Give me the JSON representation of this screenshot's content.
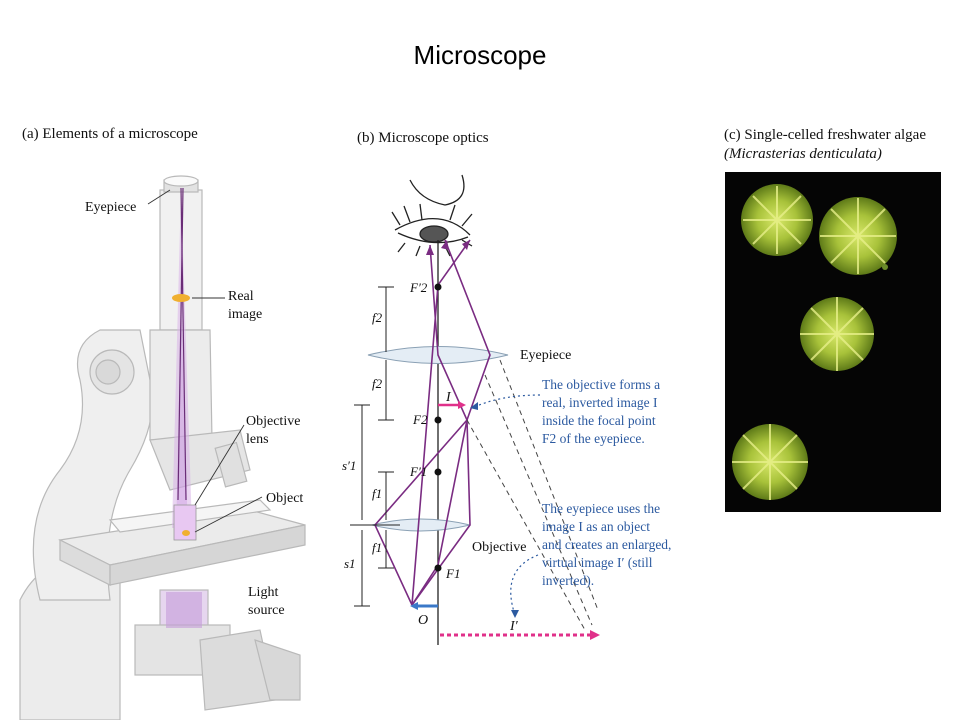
{
  "slide": {
    "title": "Microscope"
  },
  "panel_a": {
    "title": "(a) Elements of a microscope",
    "labels": {
      "eyepiece": "Eyepiece",
      "real_image_1": "Real",
      "real_image_2": "image",
      "objective_lens_1": "Objective",
      "objective_lens_2": "lens",
      "object": "Object",
      "light_source_1": "Light",
      "light_source_2": "source"
    }
  },
  "panel_b": {
    "title": "(b) Microscope optics",
    "labels": {
      "eyepiece": "Eyepiece",
      "objective": "Objective",
      "I": "I",
      "I_prime": "I′",
      "O": "O",
      "F2_prime": "F′2",
      "F2": "F2",
      "F1_prime": "F′1",
      "F1": "F1",
      "f2_top": "f2",
      "f2_bottom": "f2",
      "f1_top": "f1",
      "f1_bottom": "f1",
      "s1_prime": "s′1",
      "s1": "s1"
    },
    "notes": {
      "objective_note": [
        "The objective forms a",
        "real, inverted image I",
        "inside the focal point",
        "F2 of the eyepiece."
      ],
      "eyepiece_note": [
        "The eyepiece uses the",
        "image I as an object",
        "and creates an enlarged,",
        "virtual image I′ (still",
        "inverted)."
      ]
    },
    "colors": {
      "ray": "#7a2c82",
      "note": "#2c5aa0",
      "image_arrow": "#e0308a",
      "object_arrow": "#3a78c8"
    }
  },
  "panel_c": {
    "title_line1": "(c) Single-celled freshwater algae",
    "title_line2": "(Micrasterias denticulata)"
  }
}
